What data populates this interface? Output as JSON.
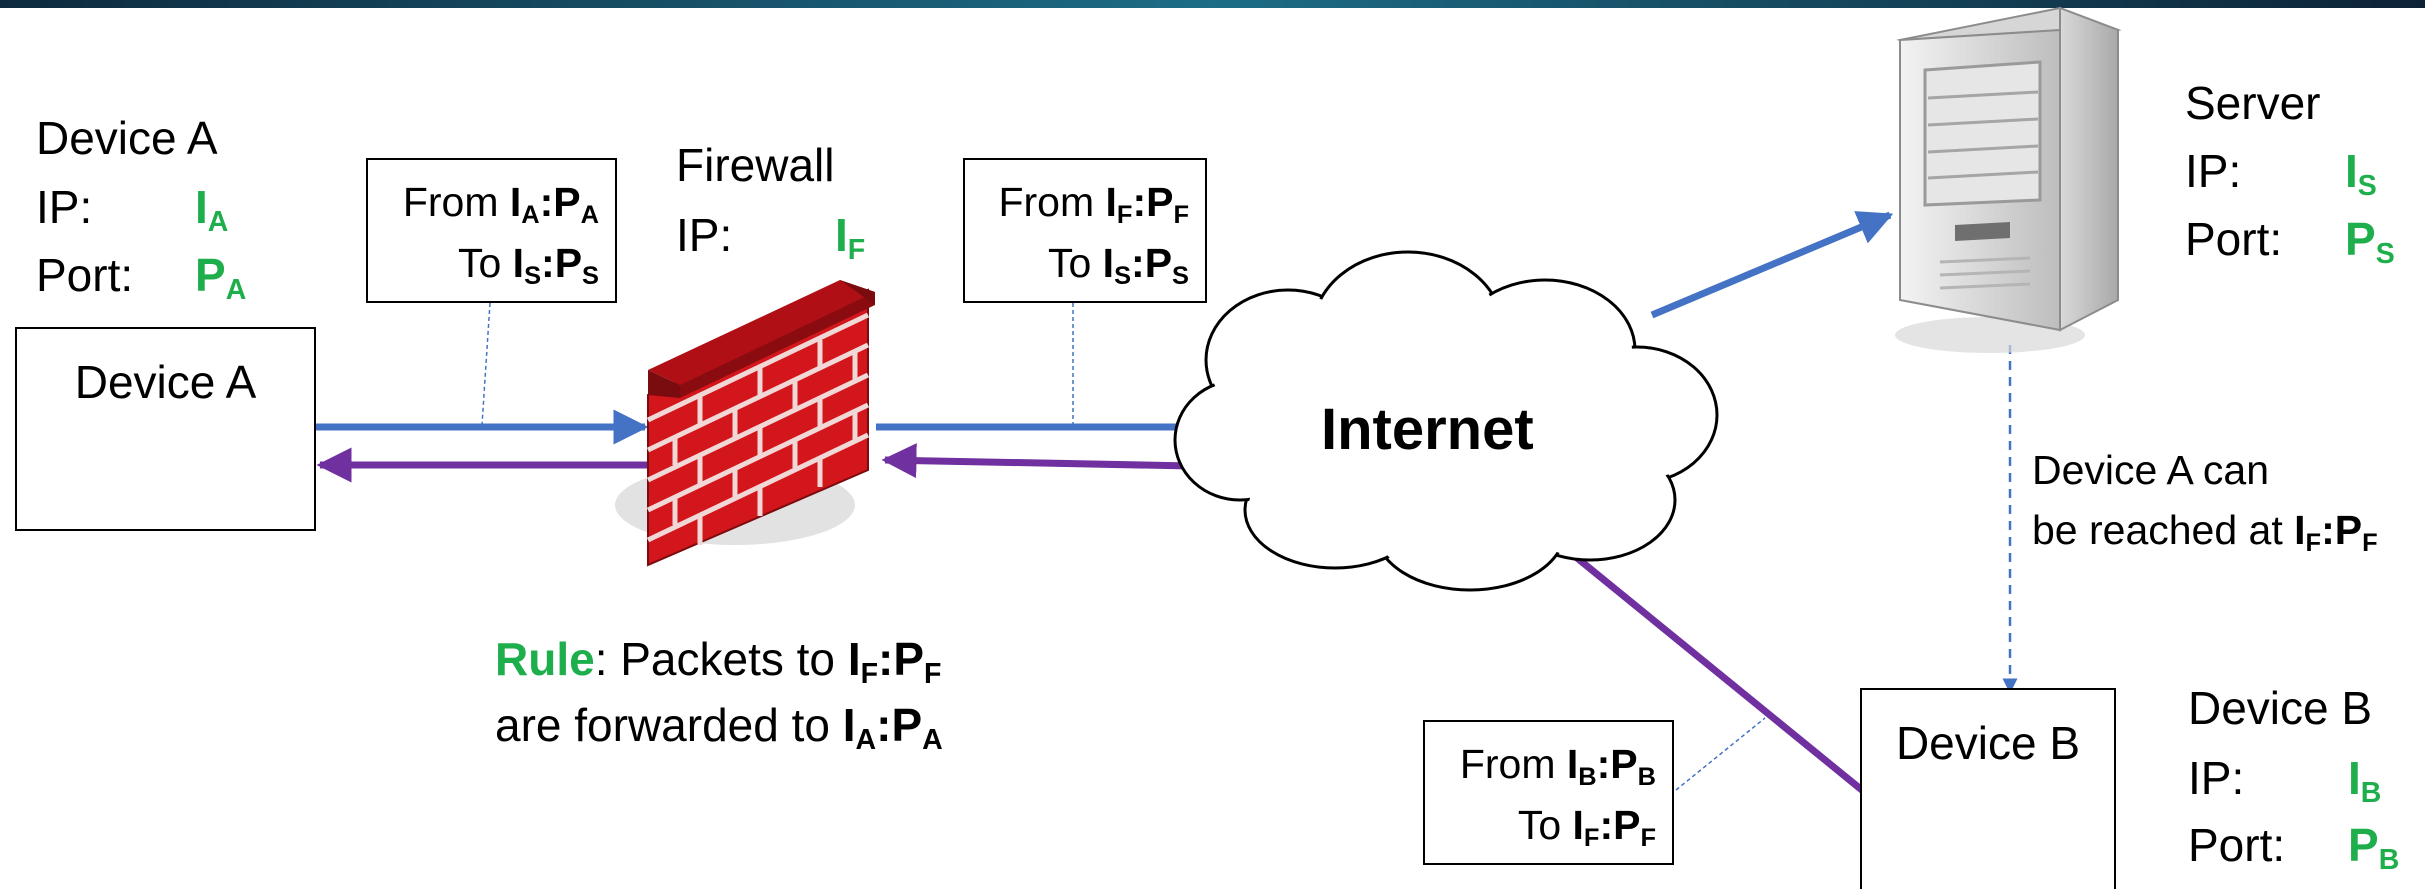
{
  "colors": {
    "label_green": "#1fae4c",
    "request_arrow": "#4472c4",
    "response_arrow": "#7030a0",
    "logo": [
      "#5bc67d",
      "#4a7fd1",
      "#e04655"
    ]
  },
  "device_a": {
    "name": "Device A",
    "ip_label": "IP:",
    "ip_value": "I",
    "ip_sub": "A",
    "port_label": "Port:",
    "port_value": "P",
    "port_sub": "A",
    "box_title": "Device A"
  },
  "firewall": {
    "name": "Firewall",
    "ip_label": "IP:",
    "ip_value": "I",
    "ip_sub": "F"
  },
  "server": {
    "name": "Server",
    "ip_label": "IP:",
    "ip_value": "I",
    "ip_sub": "S",
    "port_label": "Port:",
    "port_value": "P",
    "port_sub": "S"
  },
  "device_b": {
    "name": "Device B",
    "ip_label": "IP:",
    "ip_value": "I",
    "ip_sub": "B",
    "port_label": "Port:",
    "port_value": "P",
    "port_sub": "B",
    "box_title": "Device B"
  },
  "internet": {
    "label": "Internet"
  },
  "packet1": {
    "from": "From ",
    "to": "To ",
    "f_ip": "I",
    "f_ip_sub": "A",
    "f_port": "P",
    "f_port_sub": "A",
    "t_ip": "I",
    "t_ip_sub": "S",
    "t_port": "P",
    "t_port_sub": "S"
  },
  "packet2": {
    "from": "From ",
    "to": "To ",
    "f_ip": "I",
    "f_ip_sub": "F",
    "f_port": "P",
    "f_port_sub": "F",
    "t_ip": "I",
    "t_ip_sub": "S",
    "t_port": "P",
    "t_port_sub": "S"
  },
  "packet3": {
    "from": "From ",
    "to": "To ",
    "f_ip": "I",
    "f_ip_sub": "B",
    "f_port": "P",
    "f_port_sub": "B",
    "t_ip": "I",
    "t_ip_sub": "F",
    "t_port": "P",
    "t_port_sub": "F"
  },
  "rule": {
    "word": "Rule",
    "line1_text": ": Packets to ",
    "line1_ip": "I",
    "line1_ip_sub": "F",
    "line1_port": "P",
    "line1_port_sub": "F",
    "line2_text": "are forwarded to ",
    "line2_ip": "I",
    "line2_ip_sub": "A",
    "line2_port": "P",
    "line2_port_sub": "A"
  },
  "reach_note": {
    "line1": "Device A can",
    "line2": "be reached at ",
    "ip": "I",
    "ip_sub": "F",
    "port": "P",
    "port_sub": "F"
  },
  "separator": ":"
}
